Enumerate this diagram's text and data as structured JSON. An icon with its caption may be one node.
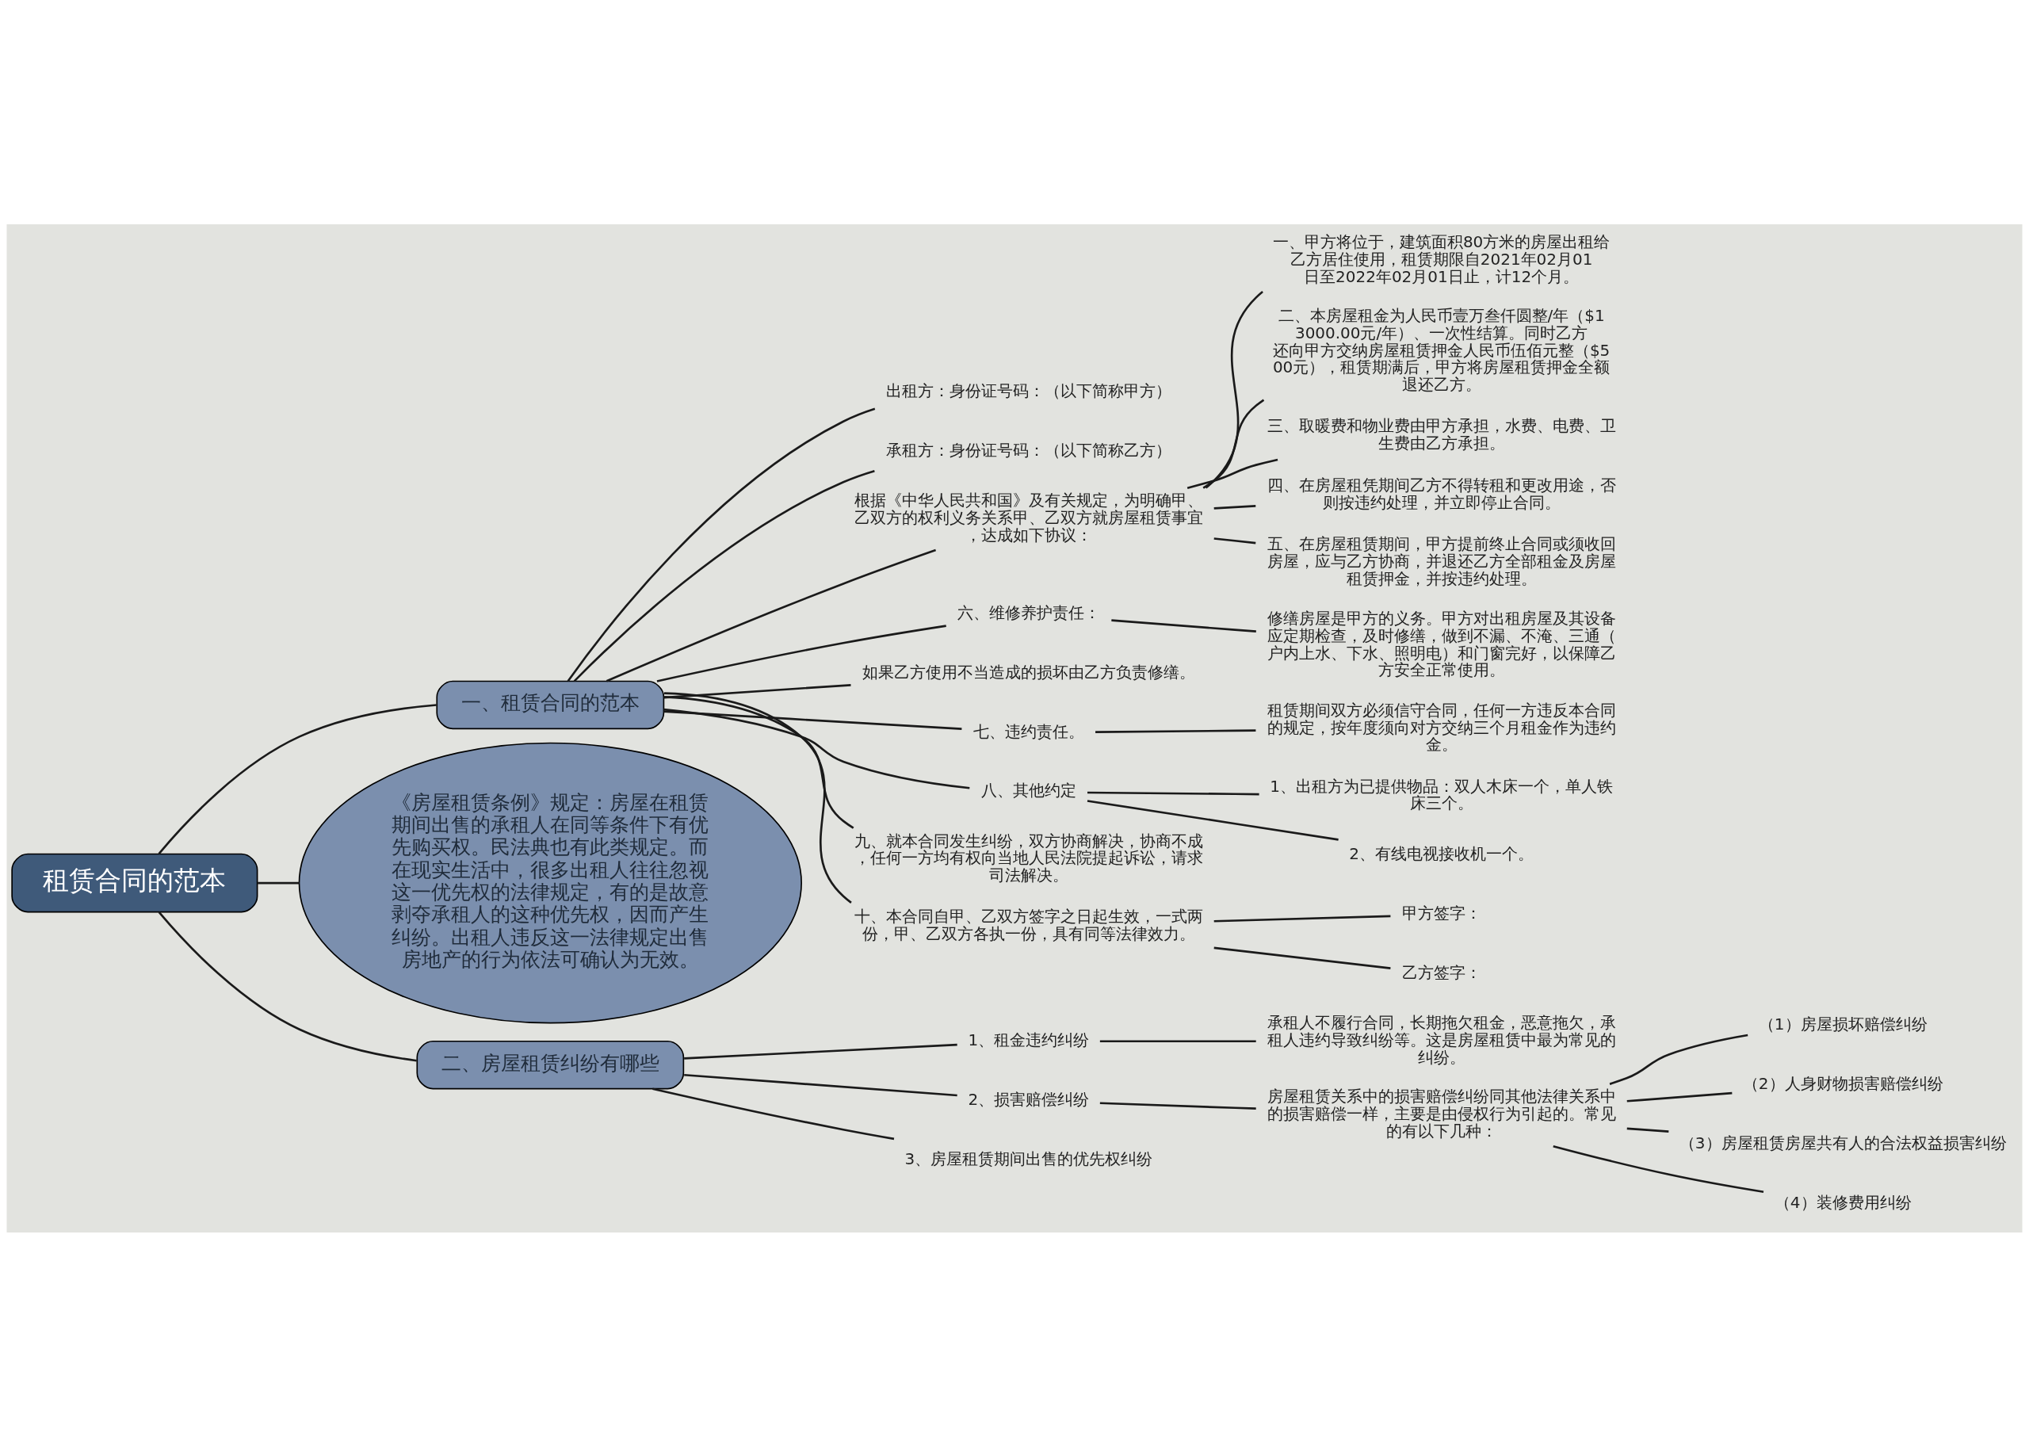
{
  "diagram": {
    "nodes": [
      {
        "text": [
          "租赁合同的范本"
        ]
      },
      {
        "text": [
          "一、租赁合同的范本"
        ]
      },
      {
        "text": [
          "出租方：身份证号码：（以下简称甲方）"
        ]
      },
      {
        "text": [
          "承租方：身份证号码：（以下简称乙方）"
        ]
      },
      {
        "text": [
          "根据《中华人民共和国》及有关规定，为明确甲、乙双方的权利义务关系甲、乙双方就房屋租赁事宜，达成如下协议："
        ]
      },
      {
        "text": [
          "一、甲方将位于，建筑面积80方米的房屋出租给乙方居住使用，租赁期限自2021年02月01日至2022年02月01日止，计12个月。"
        ]
      },
      {
        "text": [
          "二、本房屋租金为人民币壹万叁仟圆整/年（$13000.00元/年）、一次性结算。同时乙方还向甲方交纳房屋租赁押金人民币伍佰元整（$500元），租赁期满后，甲方将房屋租赁押金全额退还乙方。"
        ]
      },
      {
        "text": [
          "三、取暖费和物业费由甲方承担，水费、电费、卫生费由乙方承担。"
        ]
      },
      {
        "text": [
          "四、在房屋租凭期间乙方不得转租和更改用途，否则按违约处理，并立即停止合同。"
        ]
      },
      {
        "text": [
          "五、在房屋租赁期间，甲方提前终止合同或须收回房屋，应与乙方协商，并退还乙方全部租金及房屋租赁押金，并按违约处理。"
        ]
      },
      {
        "text": [
          "六、维修养护责任："
        ]
      },
      {
        "text": [
          "修缮房屋是甲方的义务。甲方对出租房屋及其设备应定期检查，及时修缮，做到不漏、不淹、三通（户内上水、下水、照明电）和门窗完好，以保障乙方安全正常使用。"
        ]
      },
      {
        "text": [
          "如果乙方使用不当造成的损坏由乙方负责修缮。"
        ]
      },
      {
        "text": [
          "七、违约责任。"
        ]
      },
      {
        "text": [
          "租赁期间双方必须信守合同，任何一方违反本合同的规定，按年度须向对方交纳三个月租金作为违约金。"
        ]
      },
      {
        "text": [
          "八、其他约定"
        ]
      },
      {
        "text": [
          "1、出租方为已提供物品：双人木床一个，单人铁床三个。"
        ]
      },
      {
        "text": [
          "2、有线电视接收机一个。"
        ]
      },
      {
        "text": [
          "九、就本合同发生纠纷，双方协商解决，协商不成，任何一方均有权向当地人民法院提起诉讼，请求司法解决。"
        ]
      },
      {
        "text": [
          "十、本合同自甲、乙双方签字之日起生效，一式两份，甲、乙双方各执一份，具有同等法律效力。"
        ]
      },
      {
        "text": [
          "甲方签字："
        ]
      },
      {
        "text": [
          "乙方签字："
        ]
      },
      {
        "text": [
          "《房屋租赁条例》规定：房屋在租赁期间出售的承租人在同等条件下有优先购买权。民法典也有此类规定。而在现实生活中，很多出租人往往忽视这一优先权的法律规定，有的是故意剥夺承租人的这种优先权，因而产生纠纷。出租人违反这一法律规定出售房地产的行为依法可确认为无效。"
        ]
      },
      {
        "text": [
          "二、房屋租赁纠纷有哪些"
        ]
      },
      {
        "text": [
          "1、租金违约纠纷"
        ]
      },
      {
        "text": [
          "承租人不履行合同，长期拖欠租金，恶意拖欠，承租人违约导致纠纷等。这是房屋租赁中最为常见的纠纷。"
        ]
      },
      {
        "text": [
          "2、损害赔偿纠纷"
        ]
      },
      {
        "text": [
          "房屋租赁关系中的损害赔偿纠纷同其他法律关系中的损害赔偿一样，主要是由侵权行为引起的。常见的有以下几种："
        ]
      },
      {
        "text": [
          "（1）房屋损坏赔偿纠纷"
        ]
      },
      {
        "text": [
          "（2）人身财物损害赔偿纠纷"
        ]
      },
      {
        "text": [
          "（3）房屋租赁房屋共有人的合法权益损害纠纷"
        ]
      },
      {
        "text": [
          "（4）装修费用纠纷"
        ]
      },
      {
        "text": [
          "3、房屋租赁期间出售的优先权纠纷"
        ]
      }
    ],
    "edges": [
      {
        "from": 0,
        "to": 1,
        "arrow": "none"
      },
      {
        "from": 1,
        "to": 2,
        "arrow": "none"
      },
      {
        "from": 1,
        "to": 3,
        "arrow": "none"
      },
      {
        "from": 1,
        "to": 4,
        "arrow": "none"
      },
      {
        "from": 4,
        "to": 5,
        "arrow": "none"
      },
      {
        "from": 4,
        "to": 6,
        "arrow": "none"
      },
      {
        "from": 4,
        "to": 7,
        "arrow": "none"
      },
      {
        "from": 4,
        "to": 8,
        "arrow": "none"
      },
      {
        "from": 4,
        "to": 9,
        "arrow": "none"
      },
      {
        "from": 1,
        "to": 10,
        "arrow": "none"
      },
      {
        "from": 10,
        "to": 11,
        "arrow": "none"
      },
      {
        "from": 1,
        "to": 12,
        "arrow": "none"
      },
      {
        "from": 1,
        "to": 13,
        "arrow": "none"
      },
      {
        "from": 13,
        "to": 14,
        "arrow": "none"
      },
      {
        "from": 1,
        "to": 15,
        "arrow": "none"
      },
      {
        "from": 15,
        "to": 16,
        "arrow": "none"
      },
      {
        "from": 15,
        "to": 17,
        "arrow": "none"
      },
      {
        "from": 1,
        "to": 18,
        "arrow": "none"
      },
      {
        "from": 1,
        "to": 19,
        "arrow": "none"
      },
      {
        "from": 19,
        "to": 20,
        "arrow": "none"
      },
      {
        "from": 19,
        "to": 21,
        "arrow": "none"
      },
      {
        "from": 0,
        "to": 22,
        "arrow": "none"
      },
      {
        "from": 0,
        "to": 23,
        "arrow": "none"
      },
      {
        "from": 23,
        "to": 24,
        "arrow": "none"
      },
      {
        "from": 24,
        "to": 25,
        "arrow": "none"
      },
      {
        "from": 23,
        "to": 26,
        "arrow": "none"
      },
      {
        "from": 26,
        "to": 27,
        "arrow": "none"
      },
      {
        "from": 27,
        "to": 28,
        "arrow": "none"
      },
      {
        "from": 27,
        "to": 29,
        "arrow": "none"
      },
      {
        "from": 27,
        "to": 30,
        "arrow": "none"
      },
      {
        "from": 27,
        "to": 31,
        "arrow": "none"
      },
      {
        "from": 23,
        "to": 32,
        "arrow": "none"
      }
    ]
  }
}
